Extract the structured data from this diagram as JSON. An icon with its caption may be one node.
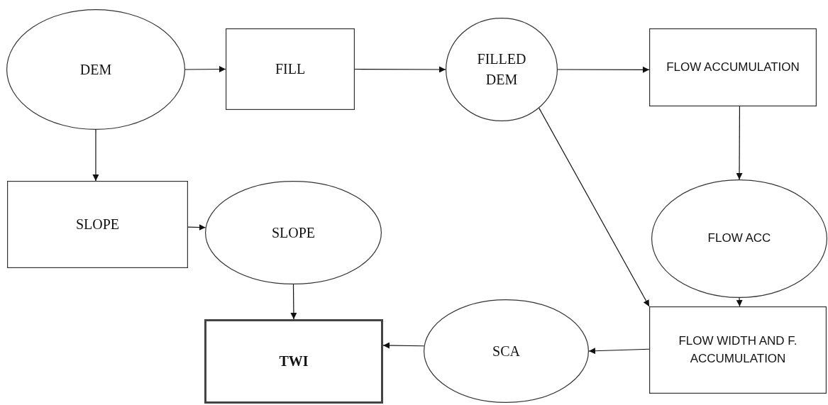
{
  "diagram": {
    "nodes": [
      {
        "text": [
          "DEM"
        ]
      },
      {
        "text": [
          "FILL"
        ]
      },
      {
        "text": [
          "FILLED DEM"
        ]
      },
      {
        "text": [
          "FLOW ACCUMULATION"
        ]
      },
      {
        "text": [
          "SLOPE"
        ]
      },
      {
        "text": [
          "SLOPE"
        ]
      },
      {
        "text": [
          "FLOW ACC"
        ]
      },
      {
        "text": [
          "TWI"
        ]
      },
      {
        "text": [
          "SCA"
        ]
      },
      {
        "text": [
          "FLOW WIDTH AND F. ACCUMULATION"
        ]
      }
    ],
    "edges": [
      {
        "from": 0,
        "to": 1,
        "arrow": "to"
      },
      {
        "from": 1,
        "to": 2,
        "arrow": "to"
      },
      {
        "from": 2,
        "to": 3,
        "arrow": "to"
      },
      {
        "from": 0,
        "to": 4,
        "arrow": "to"
      },
      {
        "from": 4,
        "to": 5,
        "arrow": "to"
      },
      {
        "from": 5,
        "to": 7,
        "arrow": "to"
      },
      {
        "from": 3,
        "to": 6,
        "arrow": "to"
      },
      {
        "from": 6,
        "to": 9,
        "arrow": "to"
      },
      {
        "from": 2,
        "to": 9,
        "arrow": "to"
      },
      {
        "from": 9,
        "to": 8,
        "arrow": "to"
      },
      {
        "from": 8,
        "to": 7,
        "arrow": "to"
      }
    ]
  }
}
